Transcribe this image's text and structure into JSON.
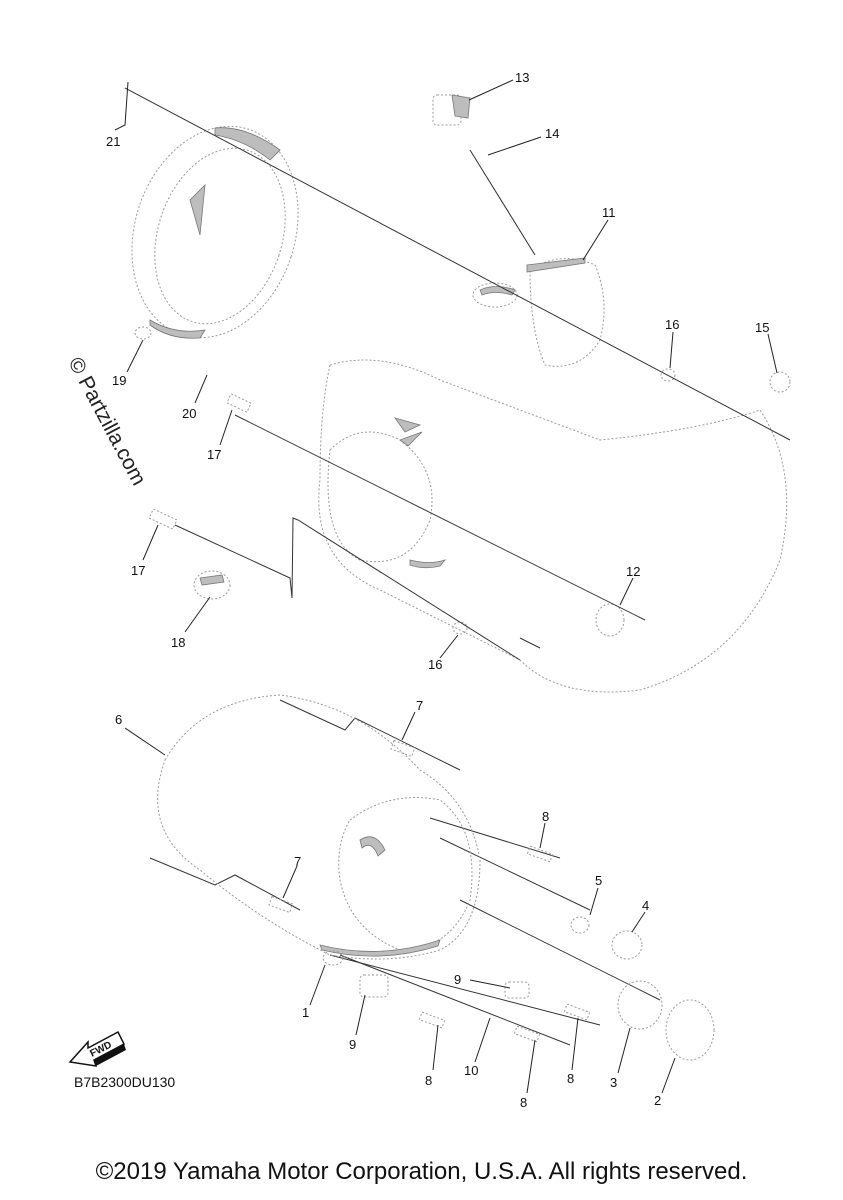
{
  "watermark": "© Partzilla.com",
  "diagram_code": "B7B2300DU130",
  "fwd_label": "FWD",
  "copyright": "©2019 Yamaha Motor Corporation, U.S.A. All rights reserved.",
  "callouts": [
    "1",
    "2",
    "3",
    "4",
    "5",
    "6",
    "7",
    "7",
    "8",
    "8",
    "8",
    "8",
    "9",
    "9",
    "10",
    "11",
    "12",
    "13",
    "14",
    "15",
    "16",
    "16",
    "17",
    "17",
    "18",
    "19",
    "20",
    "21"
  ]
}
